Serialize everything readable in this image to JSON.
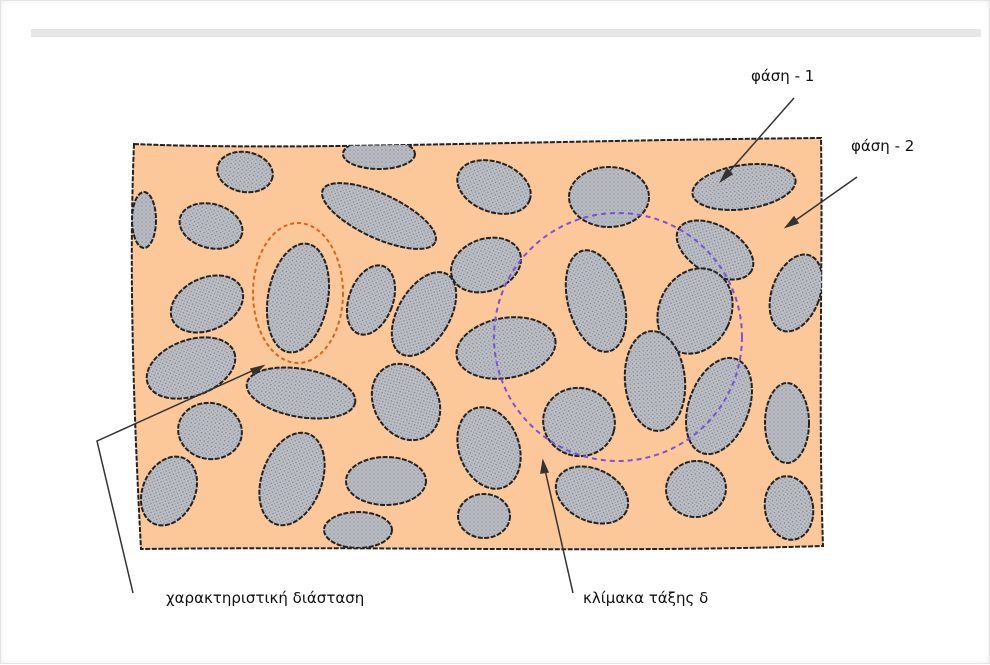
{
  "labels": {
    "phase1": "φάση - 1",
    "phase2": "φάση - 2",
    "characteristic_dimension": "χαρακτηριστική διάσταση",
    "scale_order": "κλίμακα τάξης  δ"
  },
  "colors": {
    "matrix": "#fcc89a",
    "inclusion": "#b9bcc2",
    "outline": "#222222",
    "small_circle": "#d2691e",
    "big_circle": "#7a52d6"
  }
}
